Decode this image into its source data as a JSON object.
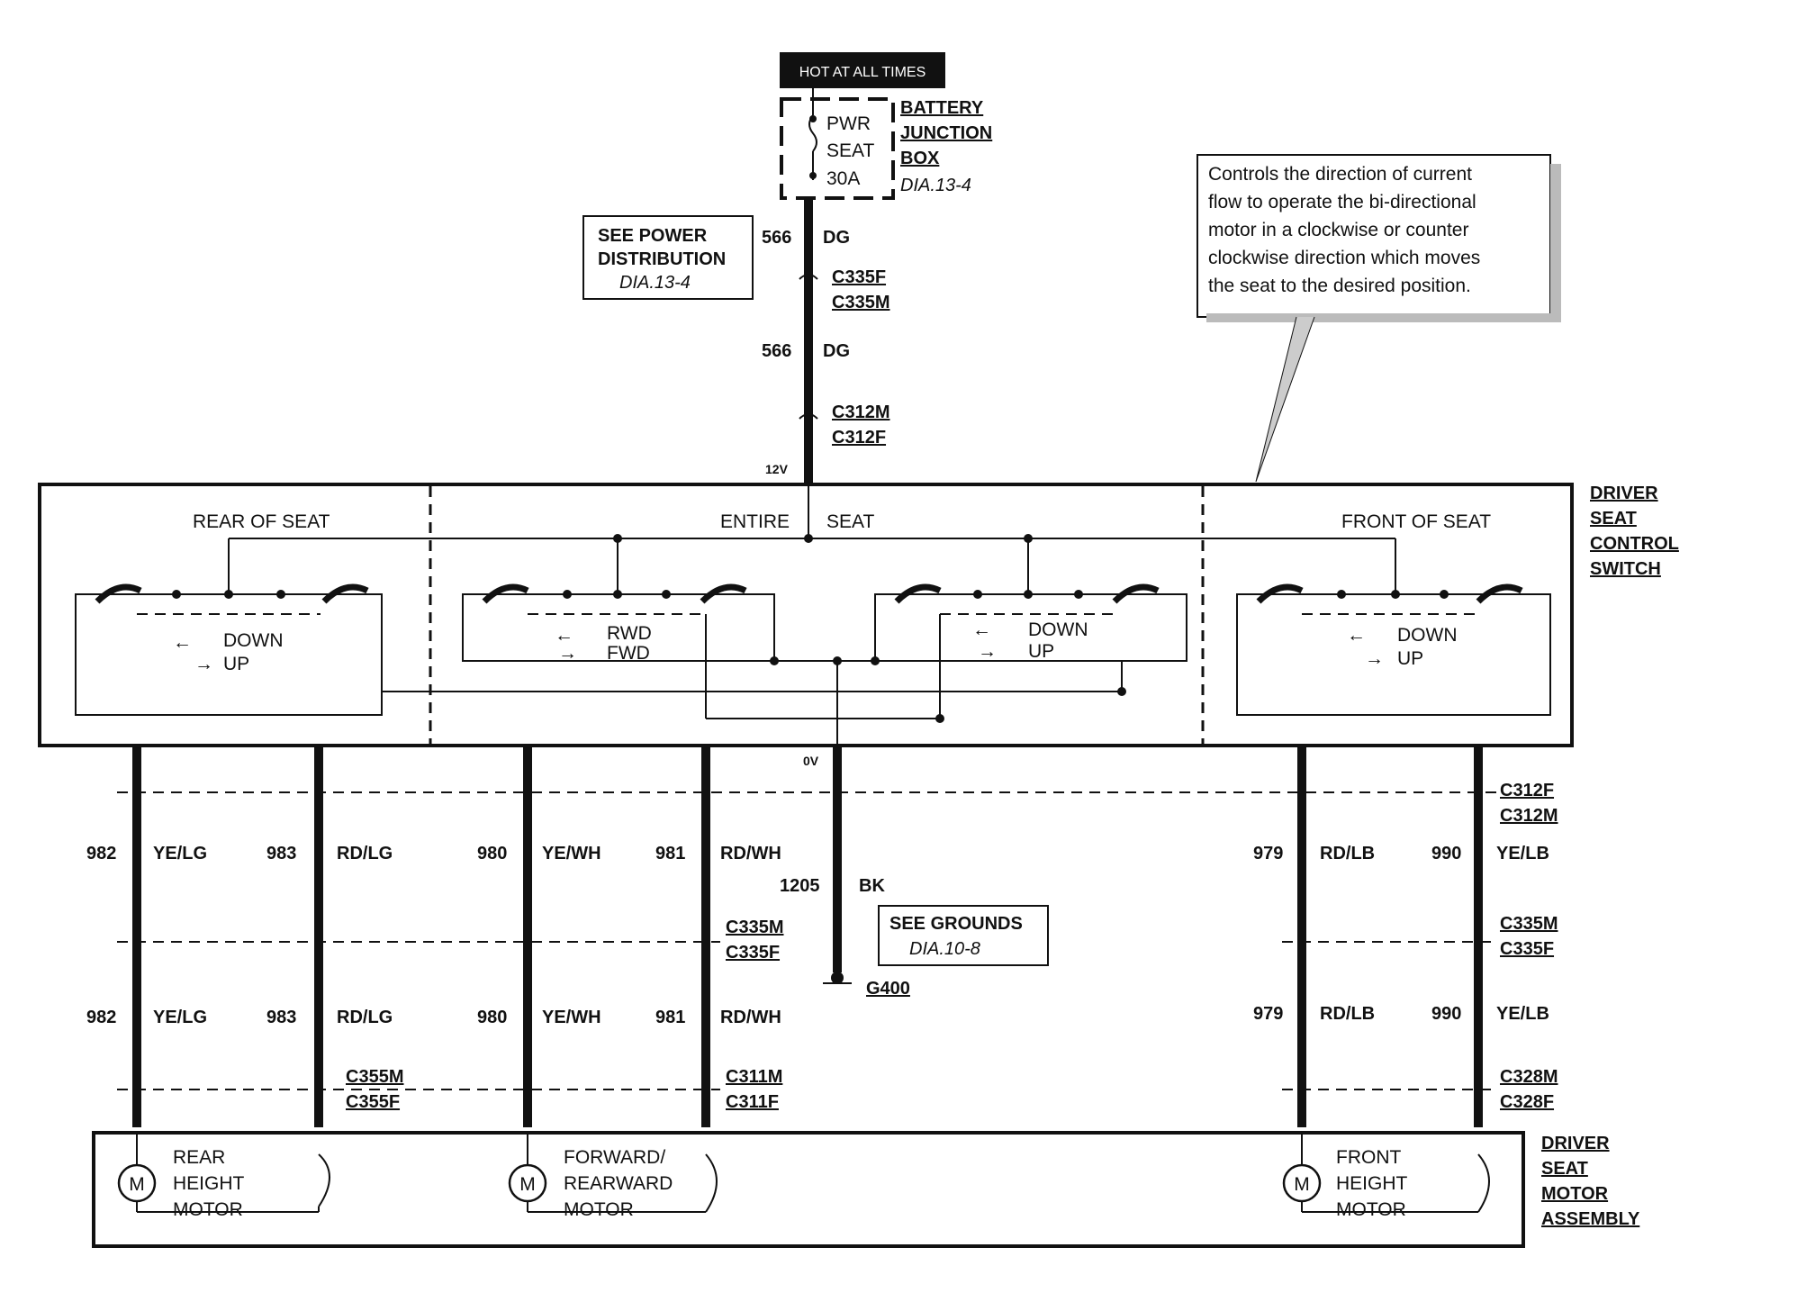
{
  "power": {
    "hot_label": "HOT AT ALL TIMES",
    "fuse_line1": "PWR",
    "fuse_line2": "SEAT",
    "fuse_line3": "30A",
    "bjb_line1": "BATTERY",
    "bjb_line2": "JUNCTION",
    "bjb_line3": "BOX",
    "bjb_ref": "DIA.13-4",
    "see_power_line1": "SEE POWER",
    "see_power_line2": "DISTRIBUTION",
    "see_power_ref": "DIA.13-4",
    "wire1_num": "566",
    "wire1_color": "DG",
    "wire2_num": "566",
    "wire2_color": "DG",
    "c335f": "C335F",
    "c335m": "C335M",
    "c312m": "C312M",
    "c312f": "C312F",
    "voltage": "12V"
  },
  "note": {
    "line1": "Controls the direction of current",
    "line2": "flow to operate the bi-directional",
    "line3": "motor in a clockwise or counter",
    "line4": "clockwise direction which moves",
    "line5": "the seat to the desired position."
  },
  "switch": {
    "name_line1": "DRIVER",
    "name_line2": "SEAT",
    "name_line3": "CONTROL",
    "name_line4": "SWITCH",
    "rear_label": "REAR OF SEAT",
    "entire_label1": "ENTIRE",
    "entire_label2": "SEAT",
    "front_label": "FRONT OF SEAT",
    "rear_down": "DOWN",
    "rear_up": "UP",
    "rwd": "RWD",
    "fwd": "FWD",
    "mid_down": "DOWN",
    "mid_up": "UP",
    "front_down": "DOWN",
    "front_up": "UP",
    "zero_v": "0V"
  },
  "harness": {
    "c312f": "C312F",
    "c312m": "C312M",
    "c335m_left": "C335M",
    "c335f_left": "C335F",
    "c335m_right": "C335M",
    "c335f_right": "C335F",
    "c355m": "C355M",
    "c355f": "C355F",
    "c311m": "C311M",
    "c311f": "C311F",
    "c328m": "C328M",
    "c328f": "C328F",
    "wires_upper": [
      {
        "num": "982",
        "color": "YE/LG"
      },
      {
        "num": "983",
        "color": "RD/LG"
      },
      {
        "num": "980",
        "color": "YE/WH"
      },
      {
        "num": "981",
        "color": "RD/WH"
      },
      {
        "num": "979",
        "color": "RD/LB"
      },
      {
        "num": "990",
        "color": "YE/LB"
      }
    ],
    "wires_lower": [
      {
        "num": "982",
        "color": "YE/LG"
      },
      {
        "num": "983",
        "color": "RD/LG"
      },
      {
        "num": "980",
        "color": "YE/WH"
      },
      {
        "num": "981",
        "color": "RD/WH"
      },
      {
        "num": "979",
        "color": "RD/LB"
      },
      {
        "num": "990",
        "color": "YE/LB"
      }
    ],
    "ground_wire_num": "1205",
    "ground_wire_color": "BK",
    "see_grounds": "SEE GROUNDS",
    "see_grounds_ref": "DIA.10-8",
    "ground": "G400"
  },
  "motors": {
    "assembly_line1": "DRIVER",
    "assembly_line2": "SEAT",
    "assembly_line3": "MOTOR",
    "assembly_line4": "ASSEMBLY",
    "m_symbol": "M",
    "rear": [
      "REAR",
      "HEIGHT",
      "MOTOR"
    ],
    "fwd": [
      "FORWARD/",
      "REARWARD",
      "MOTOR"
    ],
    "front": [
      "FRONT",
      "HEIGHT",
      "MOTOR"
    ]
  }
}
